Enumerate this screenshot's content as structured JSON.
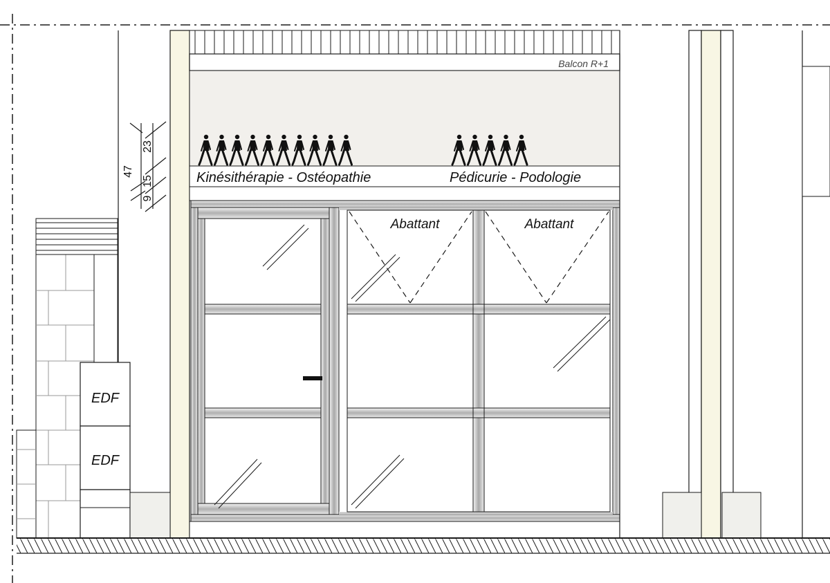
{
  "drawing": {
    "balcony_label": "Balcon R+1",
    "sign_left": "Kinésithérapie - Ostéopathie",
    "sign_right": "Pédicurie - Podologie",
    "transom_left": "Abattant",
    "transom_right": "Abattant",
    "meter_box_1": "EDF",
    "meter_box_2": "EDF",
    "dimensions": {
      "total": "47",
      "part_1": "9",
      "part_2": "15",
      "part_3": "23"
    }
  },
  "figures": {
    "left_group_count": 10,
    "right_group_count": 5
  },
  "colors": {
    "line": "#1a1a1a",
    "cream": "#f8f6e4",
    "sign_band": "#f2f0ec",
    "frame": "#b4b4b4",
    "wall": "#eeeeea",
    "glass": "#ffffff"
  }
}
